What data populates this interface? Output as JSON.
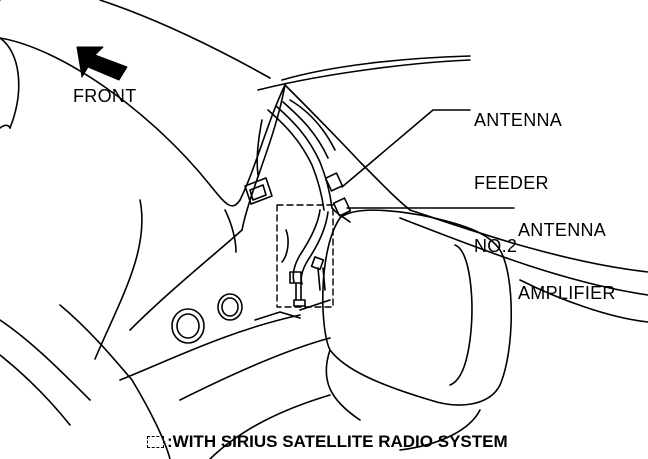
{
  "diagram": {
    "direction_label": "FRONT",
    "direction_icon": "arrow-up-left-icon",
    "callouts": [
      {
        "lines": [
          "ANTENNA",
          "FEEDER",
          "NO.2"
        ]
      },
      {
        "lines": [
          "ANTENNA",
          "AMPLIFIER"
        ]
      }
    ],
    "legend": {
      "icon": "dashed-box-icon",
      "text": ":WITH SIRIUS SATELLITE RADIO SYSTEM"
    },
    "colors": {
      "line": "#000000",
      "background": "#ffffff"
    }
  }
}
